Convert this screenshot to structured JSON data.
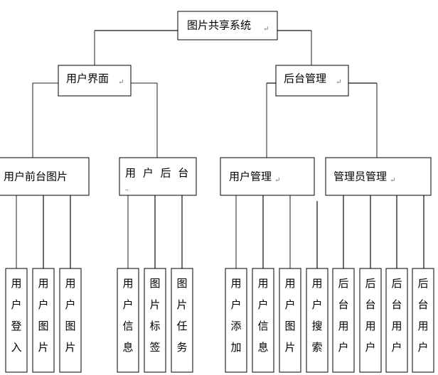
{
  "diagram": {
    "type": "tree-hierarchy",
    "orientation": "top-down",
    "levels": 4,
    "line_color": "#222222",
    "box_border_color": "#000000",
    "box_fill_color": "#ffffff",
    "paragraph_mark": "↵"
  },
  "root": {
    "label": "图片共享系统",
    "mark": "↵"
  },
  "level2": [
    {
      "label": "用户界面",
      "mark": "↵"
    },
    {
      "label": "后台管理",
      "mark": "↵"
    }
  ],
  "level3": [
    {
      "label": "用户前台图片",
      "mark": "",
      "sub": ""
    },
    {
      "label": "用 户 后 台",
      "mark": "",
      "sub": ".."
    },
    {
      "label": "用户管理",
      "mark": "↵",
      "sub": ""
    },
    {
      "label": "管理员管理",
      "mark": "↵",
      "sub": ""
    }
  ],
  "leaves": [
    {
      "label": "用户登入",
      "chars": [
        "用",
        "户",
        "登",
        "入"
      ],
      "group": 0
    },
    {
      "label": "用户图片",
      "chars": [
        "用",
        "户",
        "图",
        "片"
      ],
      "group": 0
    },
    {
      "label": "用户图片",
      "chars": [
        "用",
        "户",
        "图",
        "片"
      ],
      "group": 0
    },
    {
      "label": "用户信息",
      "chars": [
        "用",
        "户",
        "信",
        "息"
      ],
      "group": 1
    },
    {
      "label": "图片标签",
      "chars": [
        "图",
        "片",
        "标",
        "签"
      ],
      "group": 1
    },
    {
      "label": "图片任务",
      "chars": [
        "图",
        "片",
        "任",
        "务"
      ],
      "group": 1
    },
    {
      "label": "用户添加",
      "chars": [
        "用",
        "户",
        "添",
        "加"
      ],
      "group": 2
    },
    {
      "label": "用户信息",
      "chars": [
        "用",
        "户",
        "信",
        "息"
      ],
      "group": 2
    },
    {
      "label": "用户图片",
      "chars": [
        "用",
        "户",
        "图",
        "片"
      ],
      "group": 2
    },
    {
      "label": "用户搜索",
      "chars": [
        "用",
        "户",
        "搜",
        "索"
      ],
      "group": 2
    },
    {
      "label": "后台用户",
      "chars": [
        "后",
        "台",
        "用",
        "户"
      ],
      "group": 3
    },
    {
      "label": "后台用户",
      "chars": [
        "后",
        "台",
        "用",
        "户"
      ],
      "group": 3
    },
    {
      "label": "后台用户",
      "chars": [
        "后",
        "台",
        "用",
        "户"
      ],
      "group": 3
    },
    {
      "label": "后台用户",
      "chars": [
        "后",
        "台",
        "用",
        "户"
      ],
      "group": 3
    }
  ]
}
